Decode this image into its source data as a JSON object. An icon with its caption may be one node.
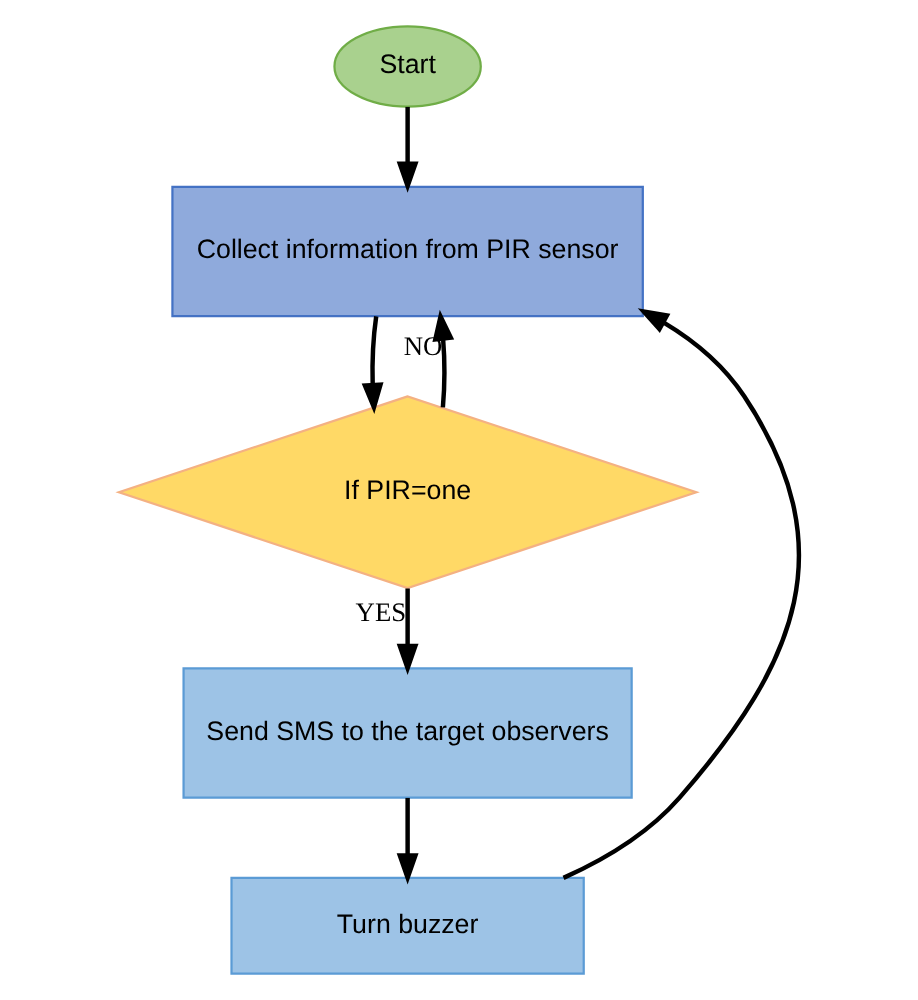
{
  "diagram": {
    "nodes": [
      {
        "text": [
          "Start"
        ]
      },
      {
        "text": [
          "Collect information from PIR sensor"
        ]
      },
      {
        "text": [
          "If PIR=one"
        ]
      },
      {
        "text": [
          "Send SMS to the target observers"
        ]
      },
      {
        "text": [
          "Turn buzzer"
        ]
      }
    ],
    "edges": [
      {
        "from": 0,
        "to": 1,
        "arrow": "to"
      },
      {
        "from": 1,
        "to": 2,
        "arrow": "to"
      },
      {
        "from": 2,
        "to": 3,
        "arrow": "to",
        "label": "YES"
      },
      {
        "from": 3,
        "to": 4,
        "arrow": "to"
      },
      {
        "from": 2,
        "to": 1,
        "arrow": "to",
        "label": "NO"
      },
      {
        "from": 4,
        "to": 1,
        "arrow": "to"
      }
    ]
  }
}
